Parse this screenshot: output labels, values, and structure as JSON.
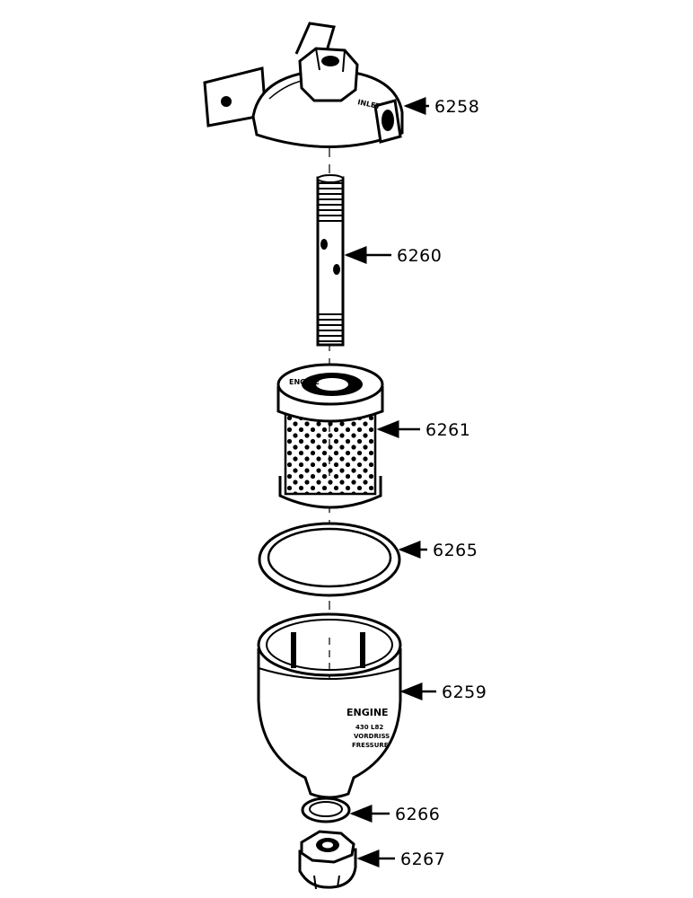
{
  "diagram": {
    "parts": [
      {
        "id": "6258",
        "label": "6258"
      },
      {
        "id": "6260",
        "label": "6260"
      },
      {
        "id": "6261",
        "label": "6261"
      },
      {
        "id": "6265",
        "label": "6265"
      },
      {
        "id": "6259",
        "label": "6259"
      },
      {
        "id": "6266",
        "label": "6266"
      },
      {
        "id": "6267",
        "label": "6267"
      }
    ],
    "head_marking": "INLET",
    "element_marking": "ENGINE",
    "bowl_marking": {
      "brand": "ENGINE",
      "lines": [
        "430 L82",
        "VORDRISS",
        "FRESSURE"
      ]
    }
  }
}
